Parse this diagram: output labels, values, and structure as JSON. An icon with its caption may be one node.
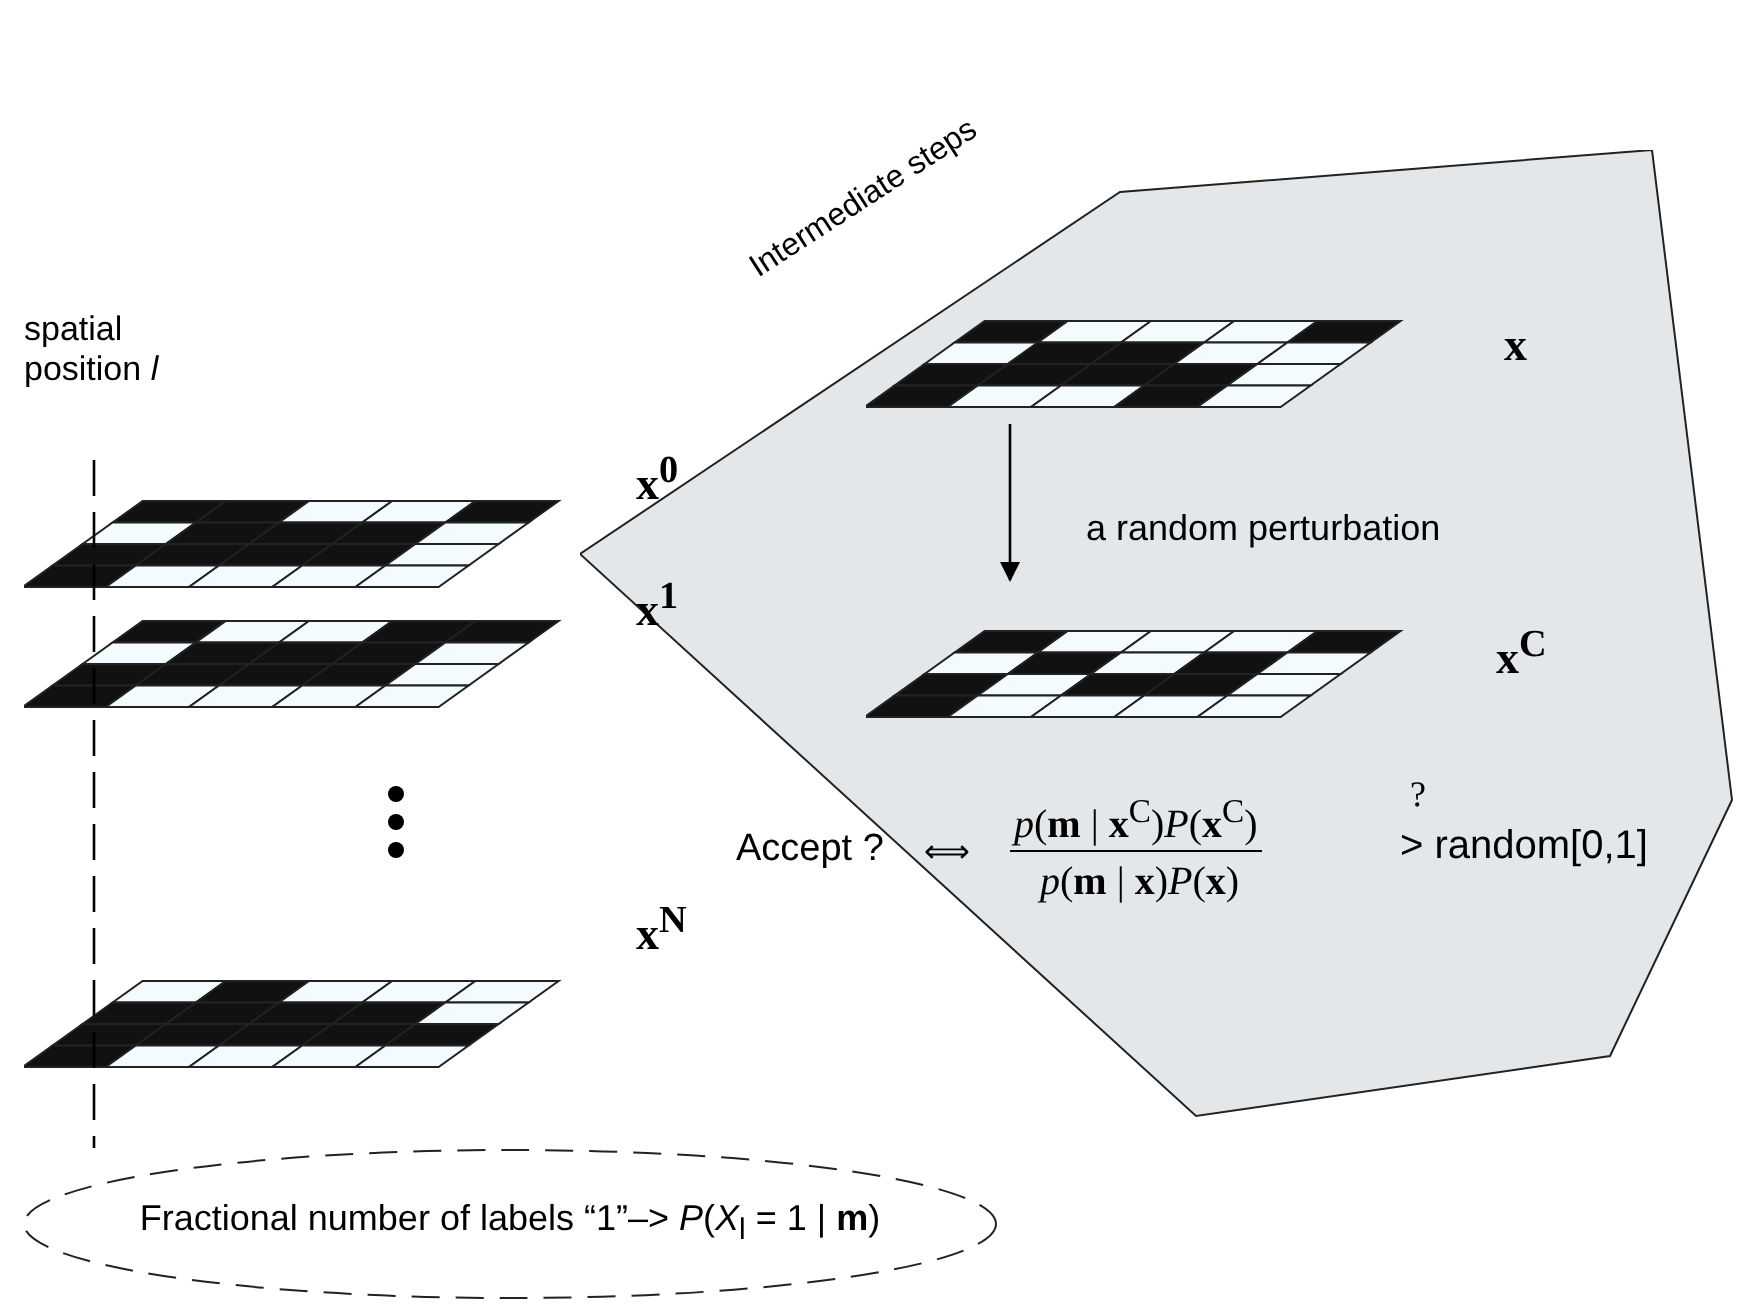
{
  "diagram": {
    "nodes": [
      {
        "text": [
          "Intermediate steps"
        ]
      },
      {
        "text": [],
        "shape": "picture",
        "in": 0,
        "beside": [
          "**x**"
        ]
      },
      {
        "text": [],
        "shape": "picture",
        "in": 0,
        "beside": [
          "**x**$^{C}$"
        ]
      },
      {
        "text": [],
        "shape": "picture",
        "beside": [
          "**x**$^{0}$"
        ]
      },
      {
        "text": [],
        "shape": "picture",
        "beside": [
          "**x**$^{1}$"
        ]
      },
      {
        "text": [],
        "shape": "picture",
        "beside": [
          "**x**$^{N}$"
        ]
      },
      {
        "text": [
          "Fractional number of labels “1”–> *P*(*X*$_{l}$ = 1 | **m**)"
        ]
      }
    ],
    "edges": [
      {
        "from": 1,
        "to": 2,
        "arrow": "to",
        "label": "a random perturbation"
      }
    ],
    "labels": [
      "spatial position *l*",
      "Accept ?",
      "⟺",
      "*p*(**m** | **x**$^{C}$)*P*(**x**$^{C}$)",
      "*p*(**m** | **x**)*P*(**x**)",
      "?",
      "> random[0,1]"
    ]
  }
}
